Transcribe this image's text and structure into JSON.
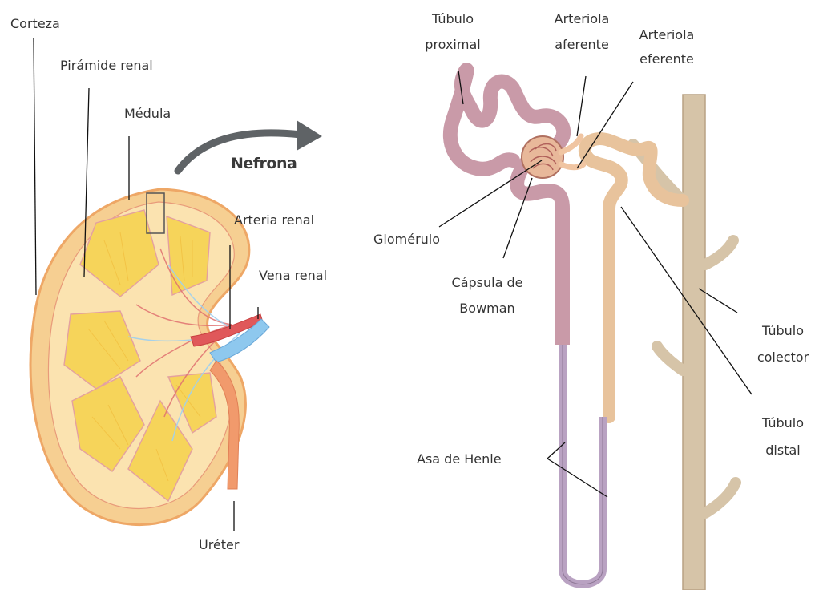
{
  "labels": {
    "corteza": "Corteza",
    "piramide_renal": "Pirámide renal",
    "medula": "Médula",
    "nefrona": "Nefrona",
    "arteria_renal": "Arteria renal",
    "vena_renal": "Vena renal",
    "ureter": "Uréter",
    "tubulo_proximal_1": "Túbulo",
    "tubulo_proximal_2": "proximal",
    "arteriola_aferente_1": "Arteriola",
    "arteriola_aferente_2": "aferente",
    "arteriola_eferente_1": "Arteriola",
    "arteriola_eferente_2": "eferente",
    "glomerulo": "Glomérulo",
    "capsula_1": "Cápsula de",
    "capsula_2": "Bowman",
    "tubulo_colector_1": "Túbulo",
    "tubulo_colector_2": "colector",
    "tubulo_distal_1": "Túbulo",
    "tubulo_distal_2": "distal",
    "asa_henle": "Asa de Henle"
  },
  "colors": {
    "cortex": "#f5c98a",
    "cortex_edge": "#f0a060",
    "pyramid": "#f7dc6a",
    "artery": "#e05a5a",
    "vein": "#8ec8f0",
    "ureter": "#f2a07a",
    "proximal": "#c89aa8",
    "distal": "#e8c4a0",
    "collector": "#d9c8ae",
    "henle": "#b8a0c0"
  }
}
